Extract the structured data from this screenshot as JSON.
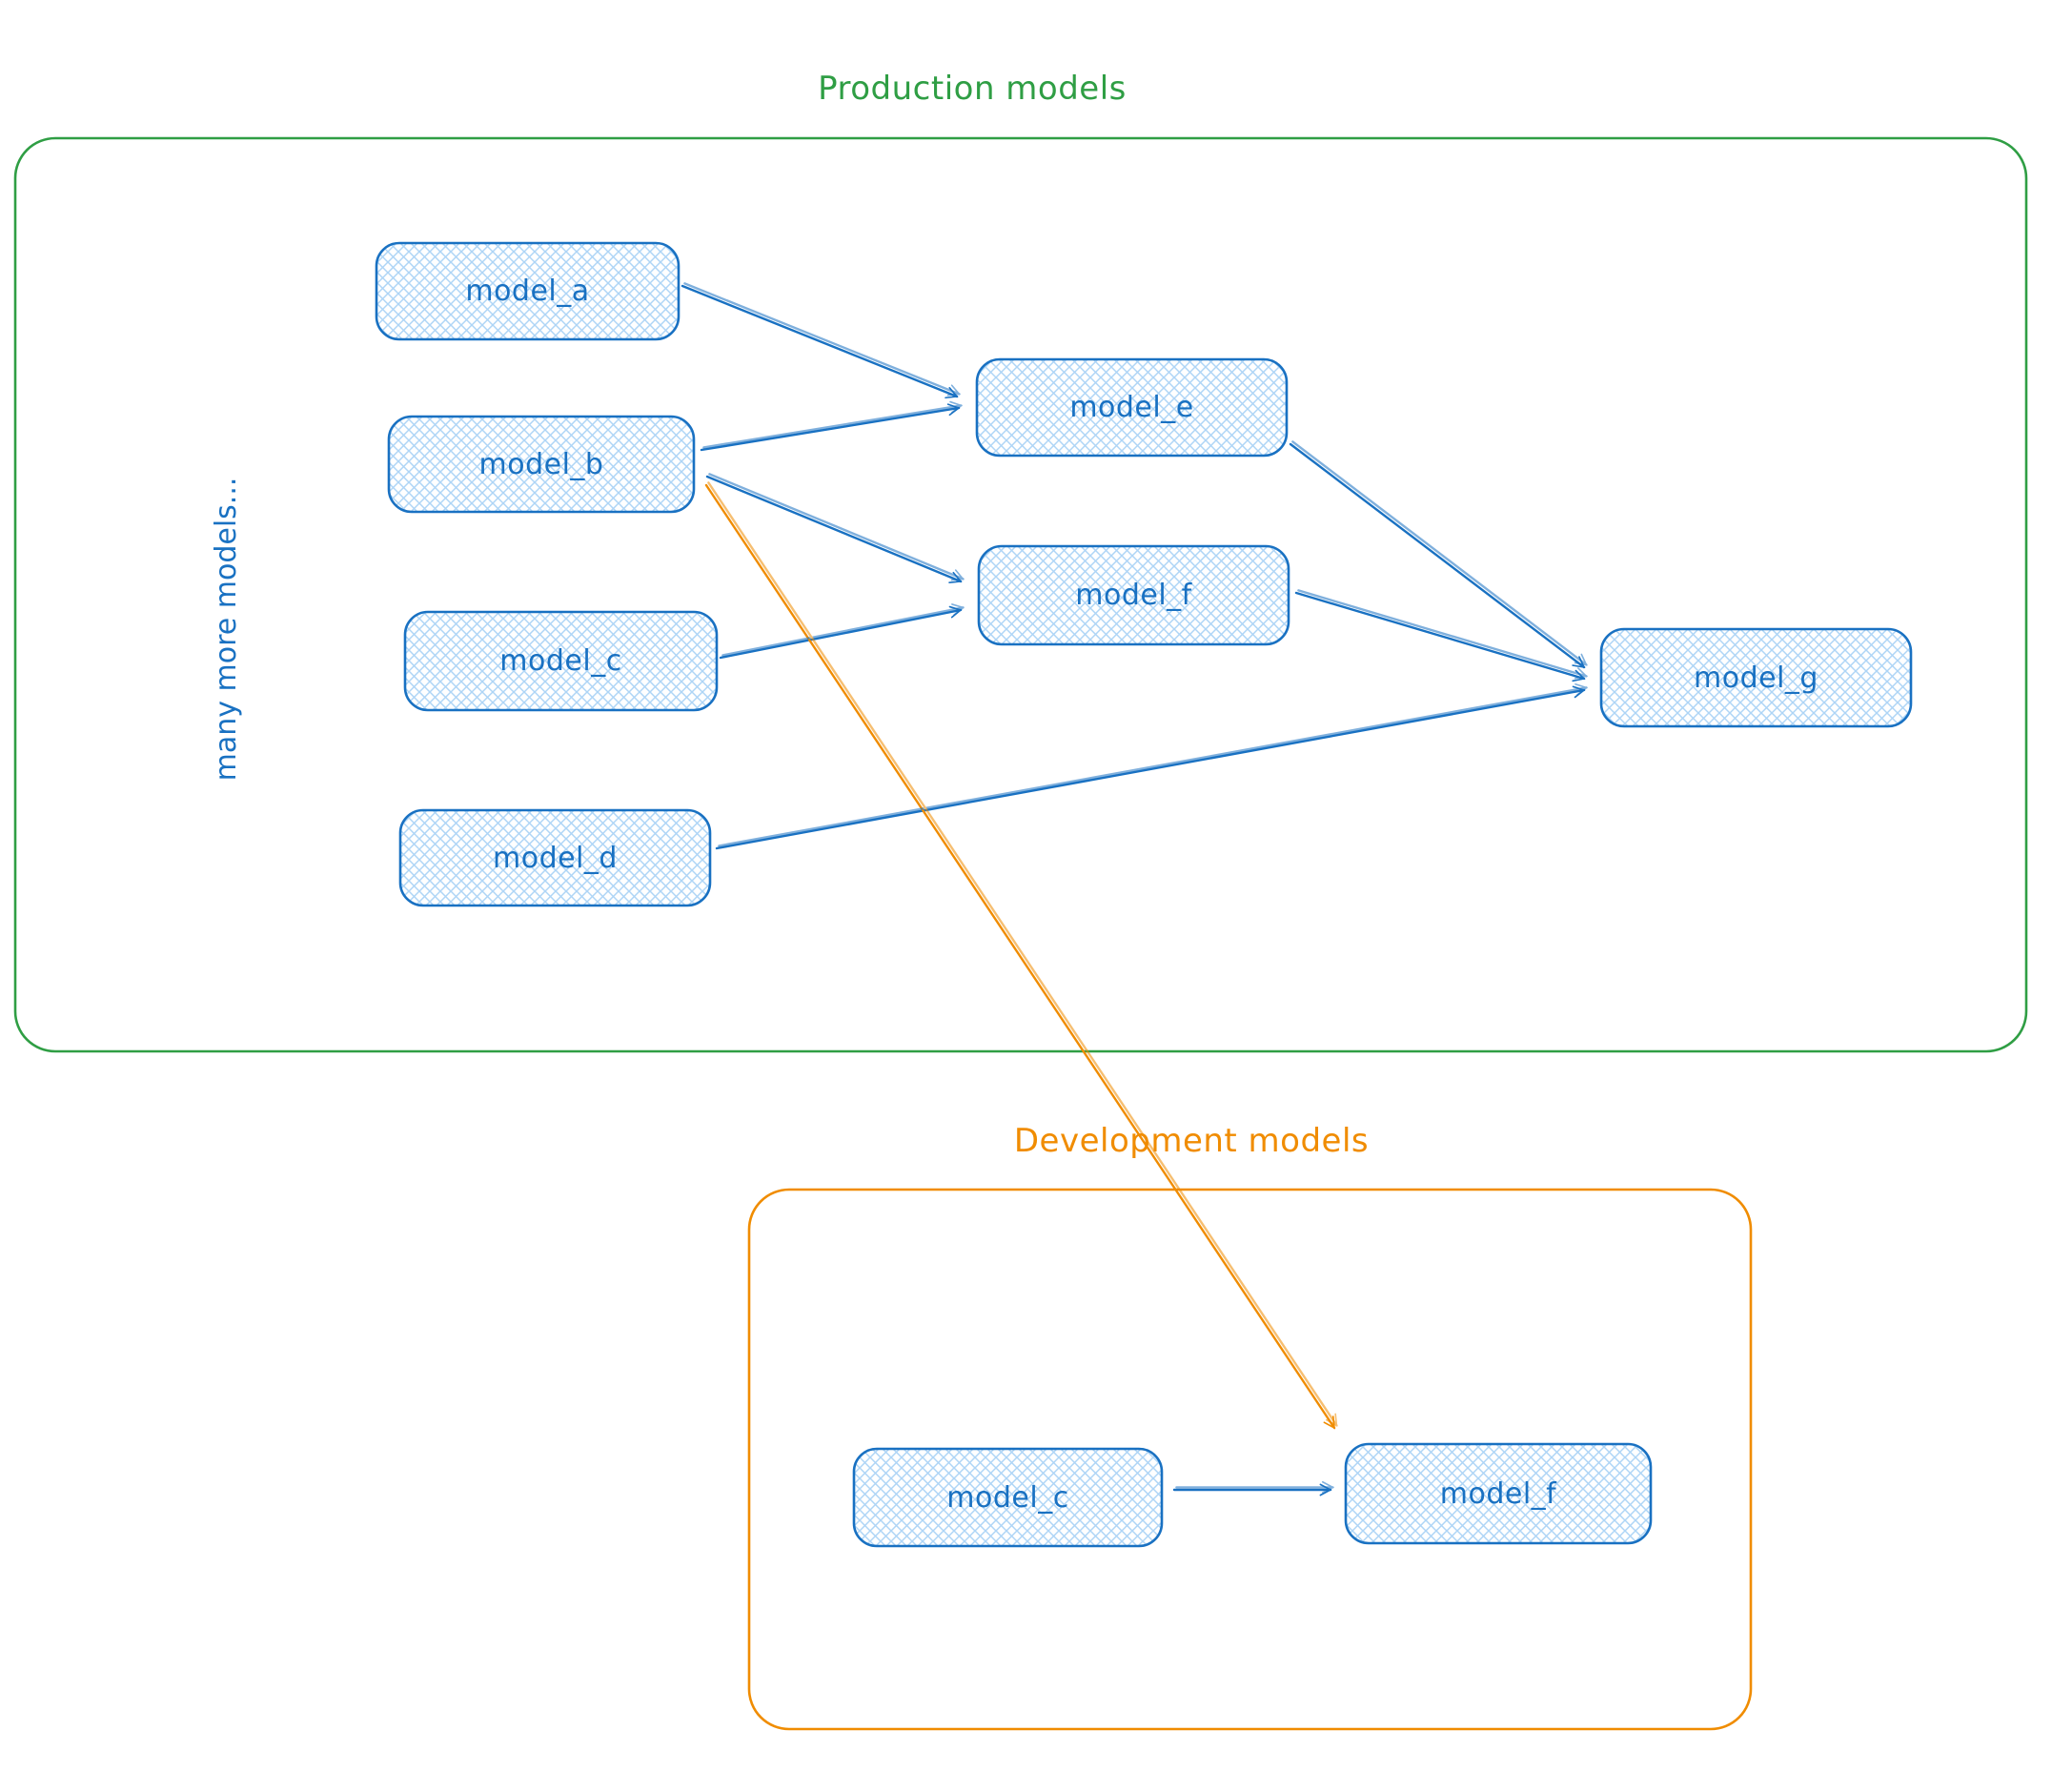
{
  "diagram_type": "dependency-graph",
  "colors": {
    "node_stroke": "#1971c2",
    "node_fill_hatch": "#aed5f6",
    "node_text": "#1971c2",
    "blue_arrow": "#1971c2",
    "production_border": "#2f9e44",
    "development_border": "#f08c00",
    "orange_arrow": "#f08c00"
  },
  "production": {
    "title": "Production models",
    "side_note": "many more models...",
    "nodes": [
      {
        "id": "model_a",
        "label": "model_a"
      },
      {
        "id": "model_b",
        "label": "model_b"
      },
      {
        "id": "model_c",
        "label": "model_c"
      },
      {
        "id": "model_d",
        "label": "model_d"
      },
      {
        "id": "model_e",
        "label": "model_e"
      },
      {
        "id": "model_f",
        "label": "model_f"
      },
      {
        "id": "model_g",
        "label": "model_g"
      }
    ]
  },
  "development": {
    "title": "Development models",
    "nodes": [
      {
        "id": "model_c",
        "label": "model_c"
      },
      {
        "id": "model_f",
        "label": "model_f"
      }
    ]
  },
  "edges": [
    {
      "from": "production.model_a",
      "to": "production.model_e",
      "color": "#1971c2"
    },
    {
      "from": "production.model_b",
      "to": "production.model_e",
      "color": "#1971c2"
    },
    {
      "from": "production.model_b",
      "to": "production.model_f",
      "color": "#1971c2"
    },
    {
      "from": "production.model_c",
      "to": "production.model_f",
      "color": "#1971c2"
    },
    {
      "from": "production.model_e",
      "to": "production.model_g",
      "color": "#1971c2"
    },
    {
      "from": "production.model_f",
      "to": "production.model_g",
      "color": "#1971c2"
    },
    {
      "from": "production.model_d",
      "to": "production.model_g",
      "color": "#1971c2"
    },
    {
      "from": "production.model_b",
      "to": "development.model_f",
      "color": "#f08c00"
    },
    {
      "from": "development.model_c",
      "to": "development.model_f",
      "color": "#1971c2"
    }
  ]
}
